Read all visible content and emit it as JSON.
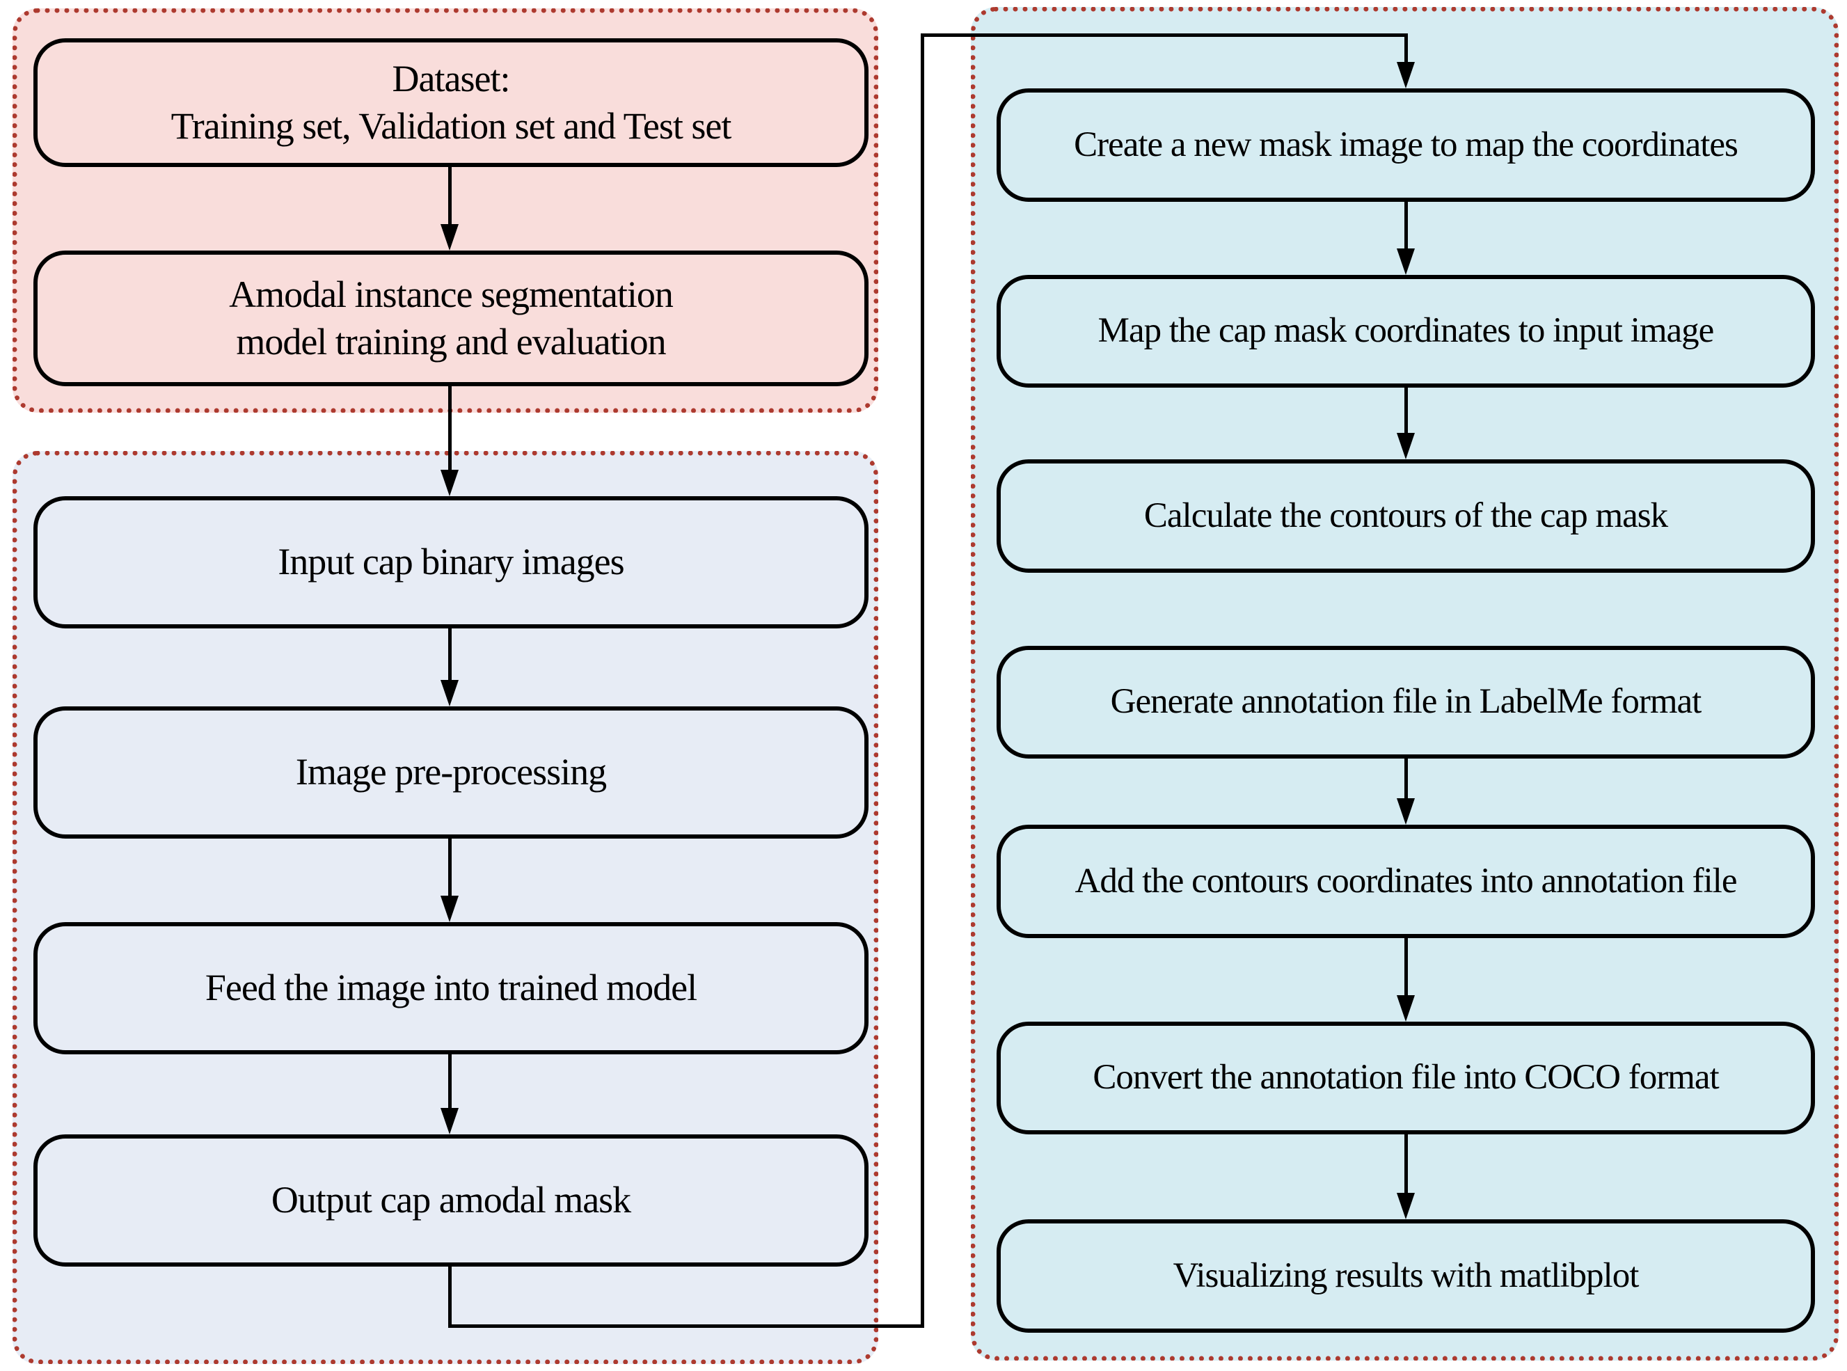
{
  "diagram_type": "flowchart",
  "colors": {
    "page_bg": "#ffffff",
    "group_border": "#ad3a2f",
    "training_group_bg": "#f9dddb",
    "inference_group_bg": "#e7ecf5",
    "annotation_group_bg": "#d6ecf2",
    "node_border": "#000000",
    "arrow": "#000000",
    "text": "#000000"
  },
  "groups": [
    {
      "name": "training",
      "nodes": [
        {
          "label": "Dataset:\nTraining set, Validation set and Test set"
        },
        {
          "label": "Amodal instance segmentation\nmodel training and evaluation"
        }
      ]
    },
    {
      "name": "inference",
      "nodes": [
        {
          "label": "Input cap binary images"
        },
        {
          "label": "Image pre-processing"
        },
        {
          "label": "Feed the image into trained model"
        },
        {
          "label": "Output cap amodal mask"
        }
      ]
    },
    {
      "name": "annotation",
      "nodes": [
        {
          "label": "Create a new mask image to map the coordinates"
        },
        {
          "label": "Map the cap mask coordinates to input image"
        },
        {
          "label": "Calculate the contours of the cap mask"
        },
        {
          "label": "Generate annotation file in LabelMe format"
        },
        {
          "label": "Add the contours coordinates into annotation file"
        },
        {
          "label": "Convert the annotation file into COCO format"
        },
        {
          "label": "Visualizing results with matlibplot"
        }
      ]
    }
  ]
}
